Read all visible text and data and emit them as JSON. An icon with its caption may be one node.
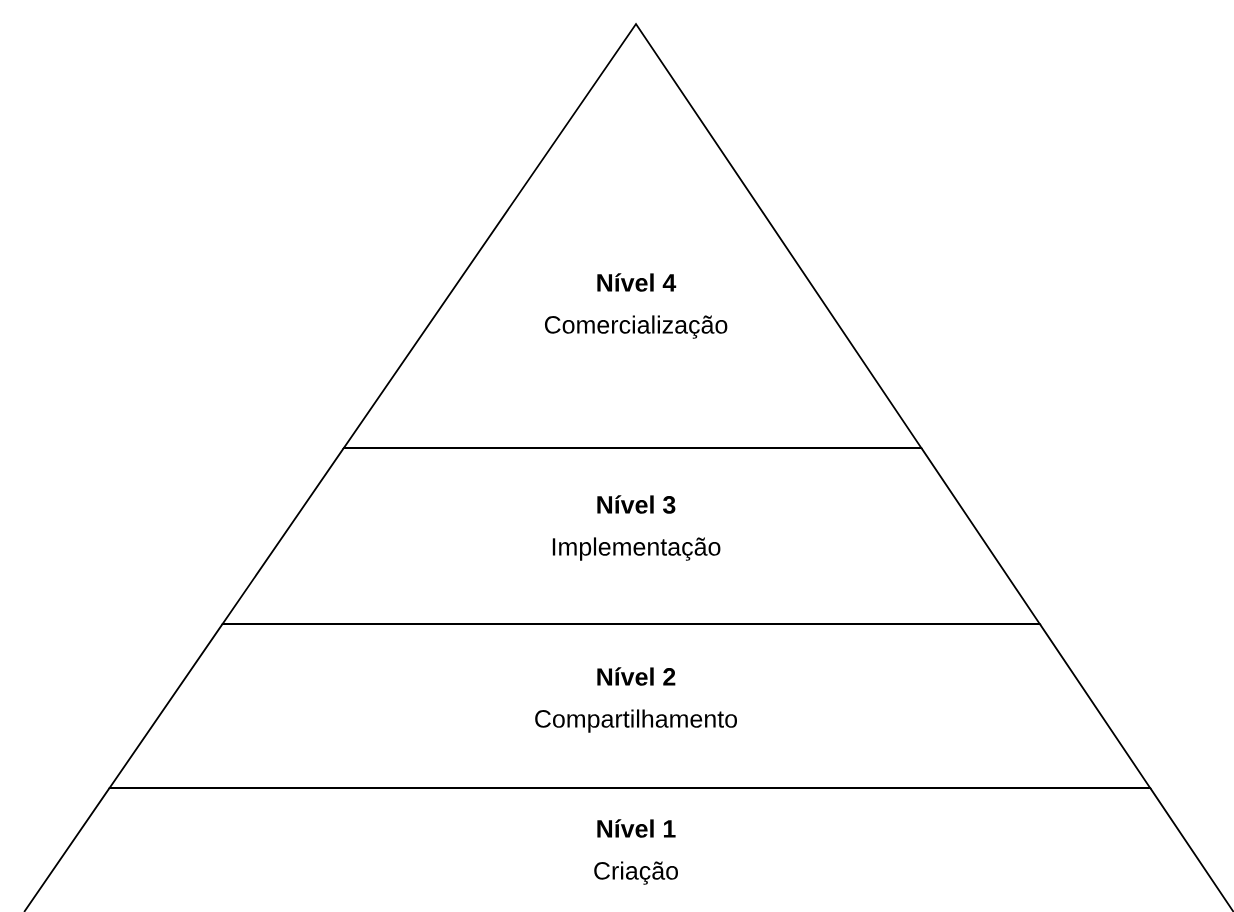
{
  "diagram": {
    "nodes": [
      {
        "text": [
          "Nível 4",
          "Comercialização"
        ]
      },
      {
        "text": [
          "Nível 3",
          "Implementação"
        ]
      },
      {
        "text": [
          "Nível 2",
          "Compartilhamento"
        ]
      },
      {
        "text": [
          "Nível 1",
          "Criação"
        ]
      }
    ]
  }
}
